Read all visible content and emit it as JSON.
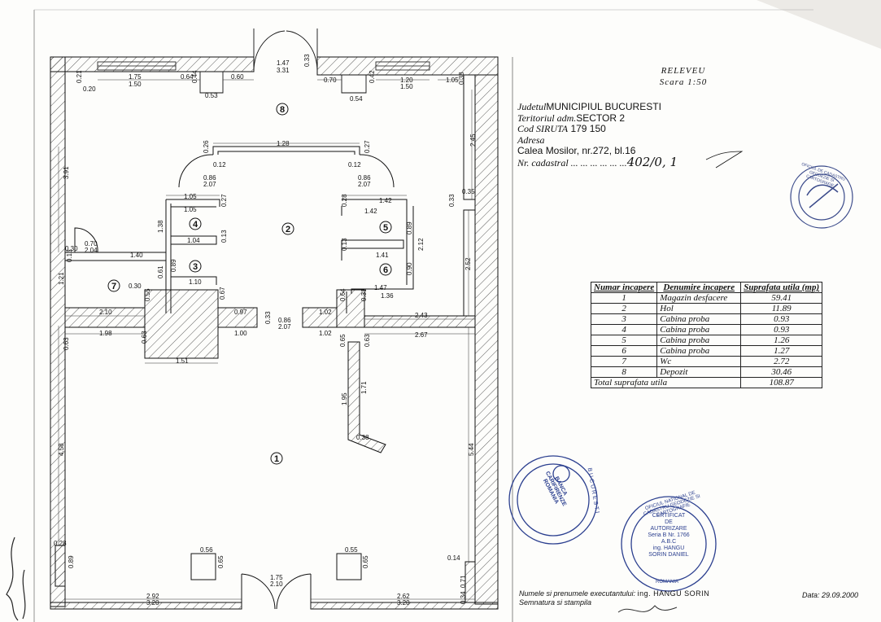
{
  "header": {
    "title": "RELEVEU",
    "scale": "Scara 1:50"
  },
  "info": {
    "judet_label": "Judetul",
    "judet_value": "MUNICIPIUL BUCURESTI",
    "teritoriu_label": "Teritoriul adm.",
    "teritoriu_value": "SECTOR 2",
    "siruta_label": "Cod SIRUTA",
    "siruta_value": "179 150",
    "adresa_label": "Adresa",
    "adresa_value": "Calea Mosilor, nr.272, bl.16",
    "cadastral_label": "Nr. cadastral ... ... ... ... ... ...",
    "cadastral_value": "402/0, 1"
  },
  "areas_table": {
    "headers": [
      "Numar incapere",
      "Denumire incapere",
      "Suprafata utila (mp)"
    ],
    "rows": [
      {
        "nr": "1",
        "name": "Magazin desfacere",
        "area": "59.41"
      },
      {
        "nr": "2",
        "name": "Hol",
        "area": "11.89"
      },
      {
        "nr": "3",
        "name": "Cabina proba",
        "area": "0.93"
      },
      {
        "nr": "4",
        "name": "Cabina proba",
        "area": "0.93"
      },
      {
        "nr": "5",
        "name": "Cabina proba",
        "area": "1.26"
      },
      {
        "nr": "6",
        "name": "Cabina proba",
        "area": "1.27"
      },
      {
        "nr": "7",
        "name": "Wc",
        "area": "2.72"
      },
      {
        "nr": "8",
        "name": "Depozit",
        "area": "30.46"
      }
    ],
    "total_label": "Total suprafata utila",
    "total_value": "108.87"
  },
  "footer": {
    "names_label": "Numele si prenumele executantului:",
    "engineer": "ing. HANGU SORIN",
    "signature_label": "Semnatura si stampila",
    "date": "Data: 29.09.2000"
  },
  "stamps": {
    "bank_text": "BANCA CARIFIRENZE ROMANIA",
    "bank_city": "BUCURESTI",
    "cert_ring": "OFICIUL NATIONAL DE CADASTRU GEODEZIE SI CARTOGRAFIE",
    "cert_lines": [
      "CERTIFICAT",
      "DE",
      "AUTORIZARE",
      "Seria B Nr. 1766",
      "A.B.C",
      "ing. HANGU",
      "SORIN DANIEL"
    ],
    "cert_bottom": "ROMANIA",
    "small_ring": "OFICIUL DE CADASTRU GEODEZIE SI CARTOGRAFIE"
  },
  "plan": {
    "rooms": [
      "1",
      "2",
      "3",
      "4",
      "5",
      "6",
      "7",
      "8"
    ],
    "dims": {
      "d_021": "0.21",
      "d_020": "0.20",
      "d_175": "1.75",
      "d_150": "1.50",
      "d_064": "0.64",
      "d_044": "0.44",
      "d_053": "0.53",
      "d_060": "0.60",
      "d_147": "1.47",
      "d_331": "3.31",
      "d_033": "0.33",
      "d_070": "0.70",
      "d_054": "0.54",
      "d_042": "0.42",
      "d_120": "1.20",
      "d_150b": "1.50",
      "d_105": "1.05",
      "d_038": "0.38",
      "d_128": "1.28",
      "d_026": "0.26",
      "d_027": "0.27",
      "d_012": "0.12",
      "d_012b": "0.12",
      "d_086": "0.86",
      "d_207": "2.07",
      "d_086b": "0.86",
      "d_207b": "2.07",
      "d_391": "3.91",
      "d_245": "2.45",
      "d_105b": "1.05",
      "d_105c": "1.05",
      "d_027b": "0.27",
      "d_138": "1.38",
      "d_142": "1.42",
      "d_142b": "1.42",
      "d_028": "0.28",
      "d_033b": "0.33",
      "d_035": "0.35",
      "d_104": "1.04",
      "d_013": "0.13",
      "d_089": "0.89",
      "d_030": "0.30",
      "d_070b": "0.70",
      "d_204": "2.04",
      "d_013b": "0.13",
      "d_140": "1.40",
      "d_089b": "0.89",
      "d_141": "1.41",
      "d_013c": "0.13",
      "d_212": "2.12",
      "d_252": "2.52",
      "d_061": "0.61",
      "d_110": "1.10",
      "d_090": "0.90",
      "d_121": "1.21",
      "d_030b": "0.30",
      "d_147b": "1.47",
      "d_136": "1.36",
      "d_055": "0.55",
      "d_067": "0.67",
      "d_064b": "0.64",
      "d_031": "0.31",
      "d_210": "2.10",
      "d_097": "0.97",
      "d_033c": "0.33",
      "d_086c": "0.86",
      "d_207c": "2.07",
      "d_102": "1.02",
      "d_243": "2.43",
      "d_198": "1.98",
      "d_100": "1.00",
      "d_102b": "1.02",
      "d_267": "2.67",
      "d_063": "0.63",
      "d_063b": "0.63",
      "d_151": "1.51",
      "d_065": "0.65",
      "d_063c": "0.63",
      "d_195": "1.95",
      "d_171": "1.71",
      "d_038b": "0.38",
      "d_458": "4.58",
      "d_544": "5.44",
      "d_028b": "0.28",
      "d_089c": "0.89",
      "d_056": "0.56",
      "d_065b": "0.65",
      "d_055b": "0.55",
      "d_065c": "0.65",
      "d_014": "0.14",
      "d_071": "0.71",
      "d_175b": "1.75",
      "d_210b": "2.10",
      "d_292": "2.92",
      "d_320": "3.20",
      "d_262": "2.62",
      "d_320b": "3.20",
      "d_034": "0.34"
    }
  },
  "colors": {
    "ink": "#111111",
    "stamp_blue": "#2b3f8f",
    "paper": "#fdfdfb"
  }
}
